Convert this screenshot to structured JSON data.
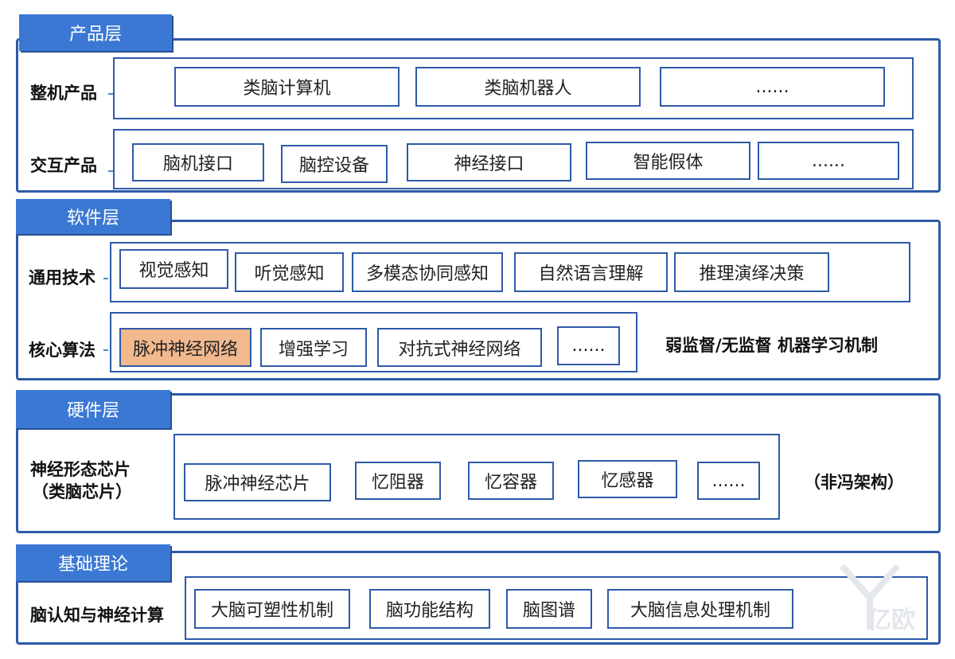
{
  "product_layer": {
    "tab": "产品层",
    "whole_label": "整机产品",
    "whole_items": [
      "类脑计算机",
      "类脑机器人",
      "......"
    ],
    "interact_label": "交互产品",
    "interact_items": [
      "脑机接口",
      "脑控设备",
      "神经接口",
      "智能假体",
      "......"
    ]
  },
  "software_layer": {
    "tab": "软件层",
    "general_label": "通用技术",
    "general_items": [
      "视觉感知",
      "听觉感知",
      "多模态协同感知",
      "自然语言理解",
      "推理演绎决策"
    ],
    "core_label": "核心算法",
    "core_items": [
      "脉冲神经网络",
      "增强学习",
      "对抗式神经网络",
      "......"
    ],
    "core_note": "弱监督/无监督 机器学习机制"
  },
  "hardware_layer": {
    "tab": "硬件层",
    "label_line1": "神经形态芯片",
    "label_line2": "（类脑芯片）",
    "items": [
      "脉冲神经芯片",
      "忆阻器",
      "忆容器",
      "忆感器",
      "......"
    ],
    "note": "（非冯架构）"
  },
  "theory_layer": {
    "tab": "基础理论",
    "label": "脑认知与神经计算",
    "items": [
      "大脑可塑性机制",
      "脑功能结构",
      "脑图谱",
      "大脑信息处理机制"
    ]
  },
  "watermark": "亿欧"
}
